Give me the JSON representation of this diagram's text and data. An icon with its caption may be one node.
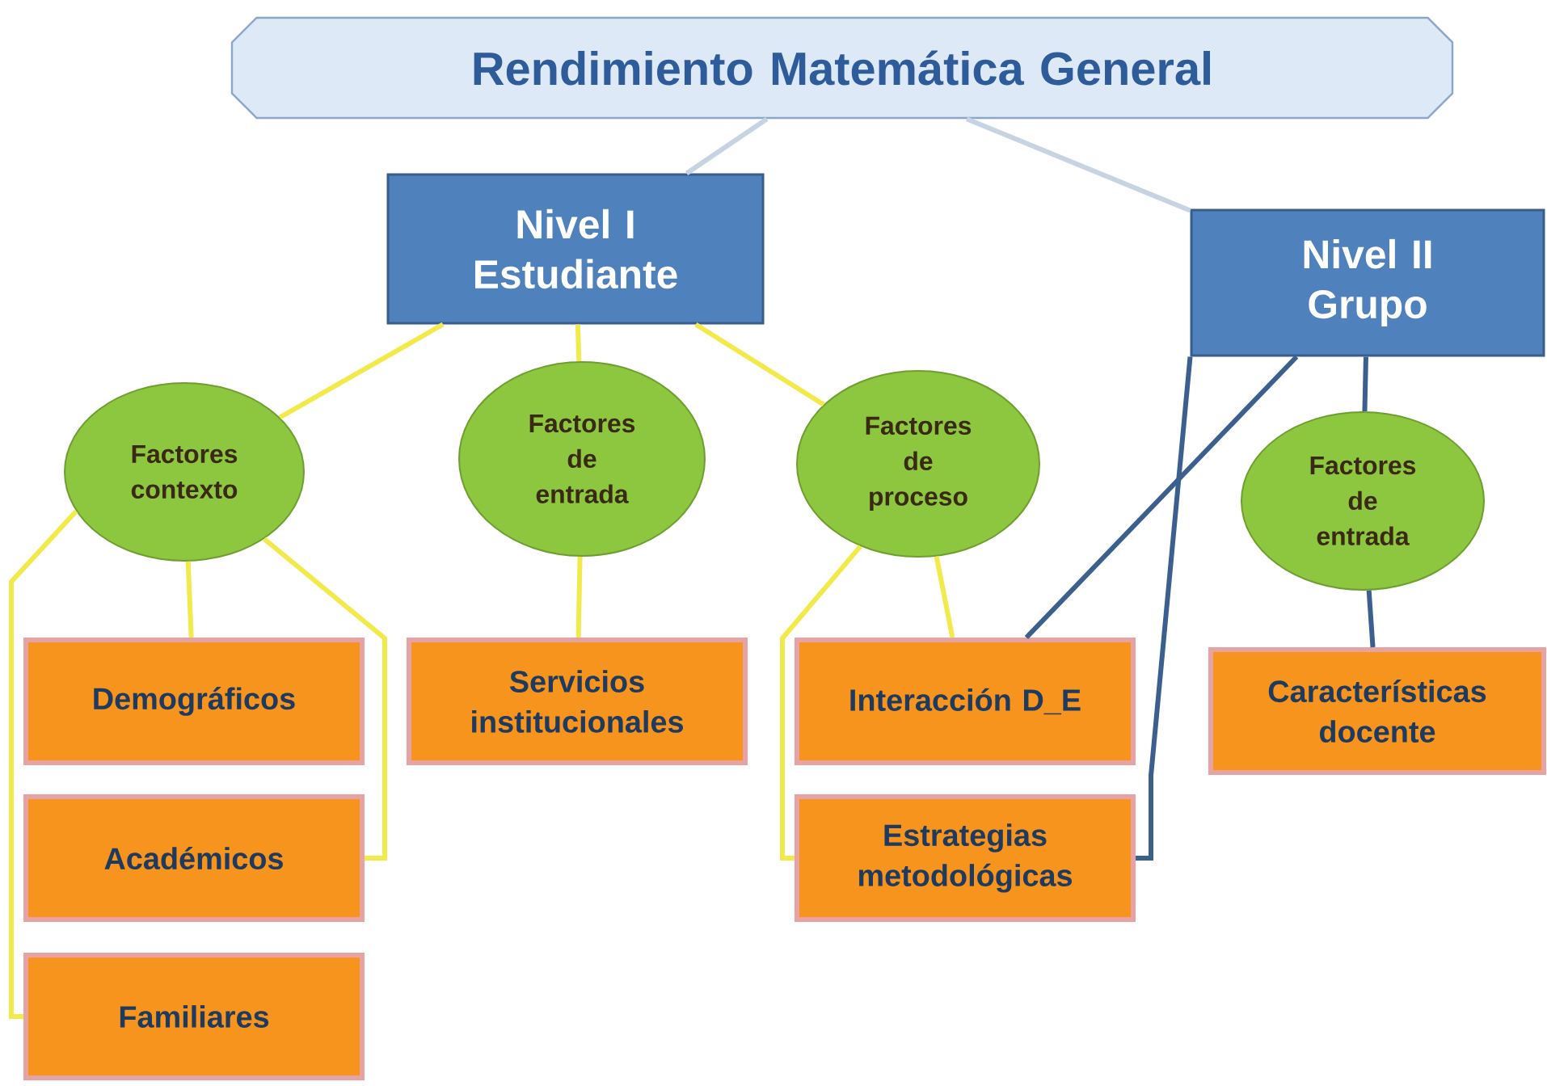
{
  "diagram": {
    "nodes": [
      {
        "text": [
          "Rendimiento Matemática General"
        ]
      },
      {
        "text": [
          "Nivel I Estudiante"
        ]
      },
      {
        "text": [
          "Nivel II Grupo"
        ]
      },
      {
        "text": [
          "Factores contexto"
        ]
      },
      {
        "text": [
          "Factores de entrada"
        ]
      },
      {
        "text": [
          "Factores de proceso"
        ]
      },
      {
        "text": [
          "Factores de entrada"
        ]
      },
      {
        "text": [
          "Demográficos"
        ]
      },
      {
        "text": [
          "Académicos"
        ]
      },
      {
        "text": [
          "Familiares"
        ]
      },
      {
        "text": [
          "Servicios institucionales"
        ]
      },
      {
        "text": [
          "Interacción D_E"
        ]
      },
      {
        "text": [
          "Estrategias metodológicas"
        ]
      },
      {
        "text": [
          "Características docente"
        ]
      }
    ],
    "edges": [
      {
        "from": 0,
        "to": 1,
        "arrow": "none",
        "color": "#c5d3e2"
      },
      {
        "from": 0,
        "to": 2,
        "arrow": "none",
        "color": "#c5d3e2"
      },
      {
        "from": 1,
        "to": 3,
        "arrow": "none"
      },
      {
        "from": 1,
        "to": 4,
        "arrow": "none"
      },
      {
        "from": 1,
        "to": 5,
        "arrow": "none"
      },
      {
        "from": 3,
        "to": 7,
        "arrow": "none"
      },
      {
        "from": 3,
        "to": 8,
        "arrow": "none"
      },
      {
        "from": 3,
        "to": 9,
        "arrow": "none"
      },
      {
        "from": 4,
        "to": 10,
        "arrow": "none"
      },
      {
        "from": 5,
        "to": 11,
        "arrow": "none"
      },
      {
        "from": 5,
        "to": 12,
        "arrow": "none"
      },
      {
        "from": 2,
        "to": 11,
        "arrow": "none",
        "color": "#3b5f8f"
      },
      {
        "from": 2,
        "to": 12,
        "arrow": "none",
        "color": "#3b5f8f"
      },
      {
        "from": 2,
        "to": 6,
        "arrow": "none",
        "color": "#3b5f8f"
      },
      {
        "from": 6,
        "to": 13,
        "arrow": "none",
        "color": "#3b5f8f"
      }
    ]
  }
}
